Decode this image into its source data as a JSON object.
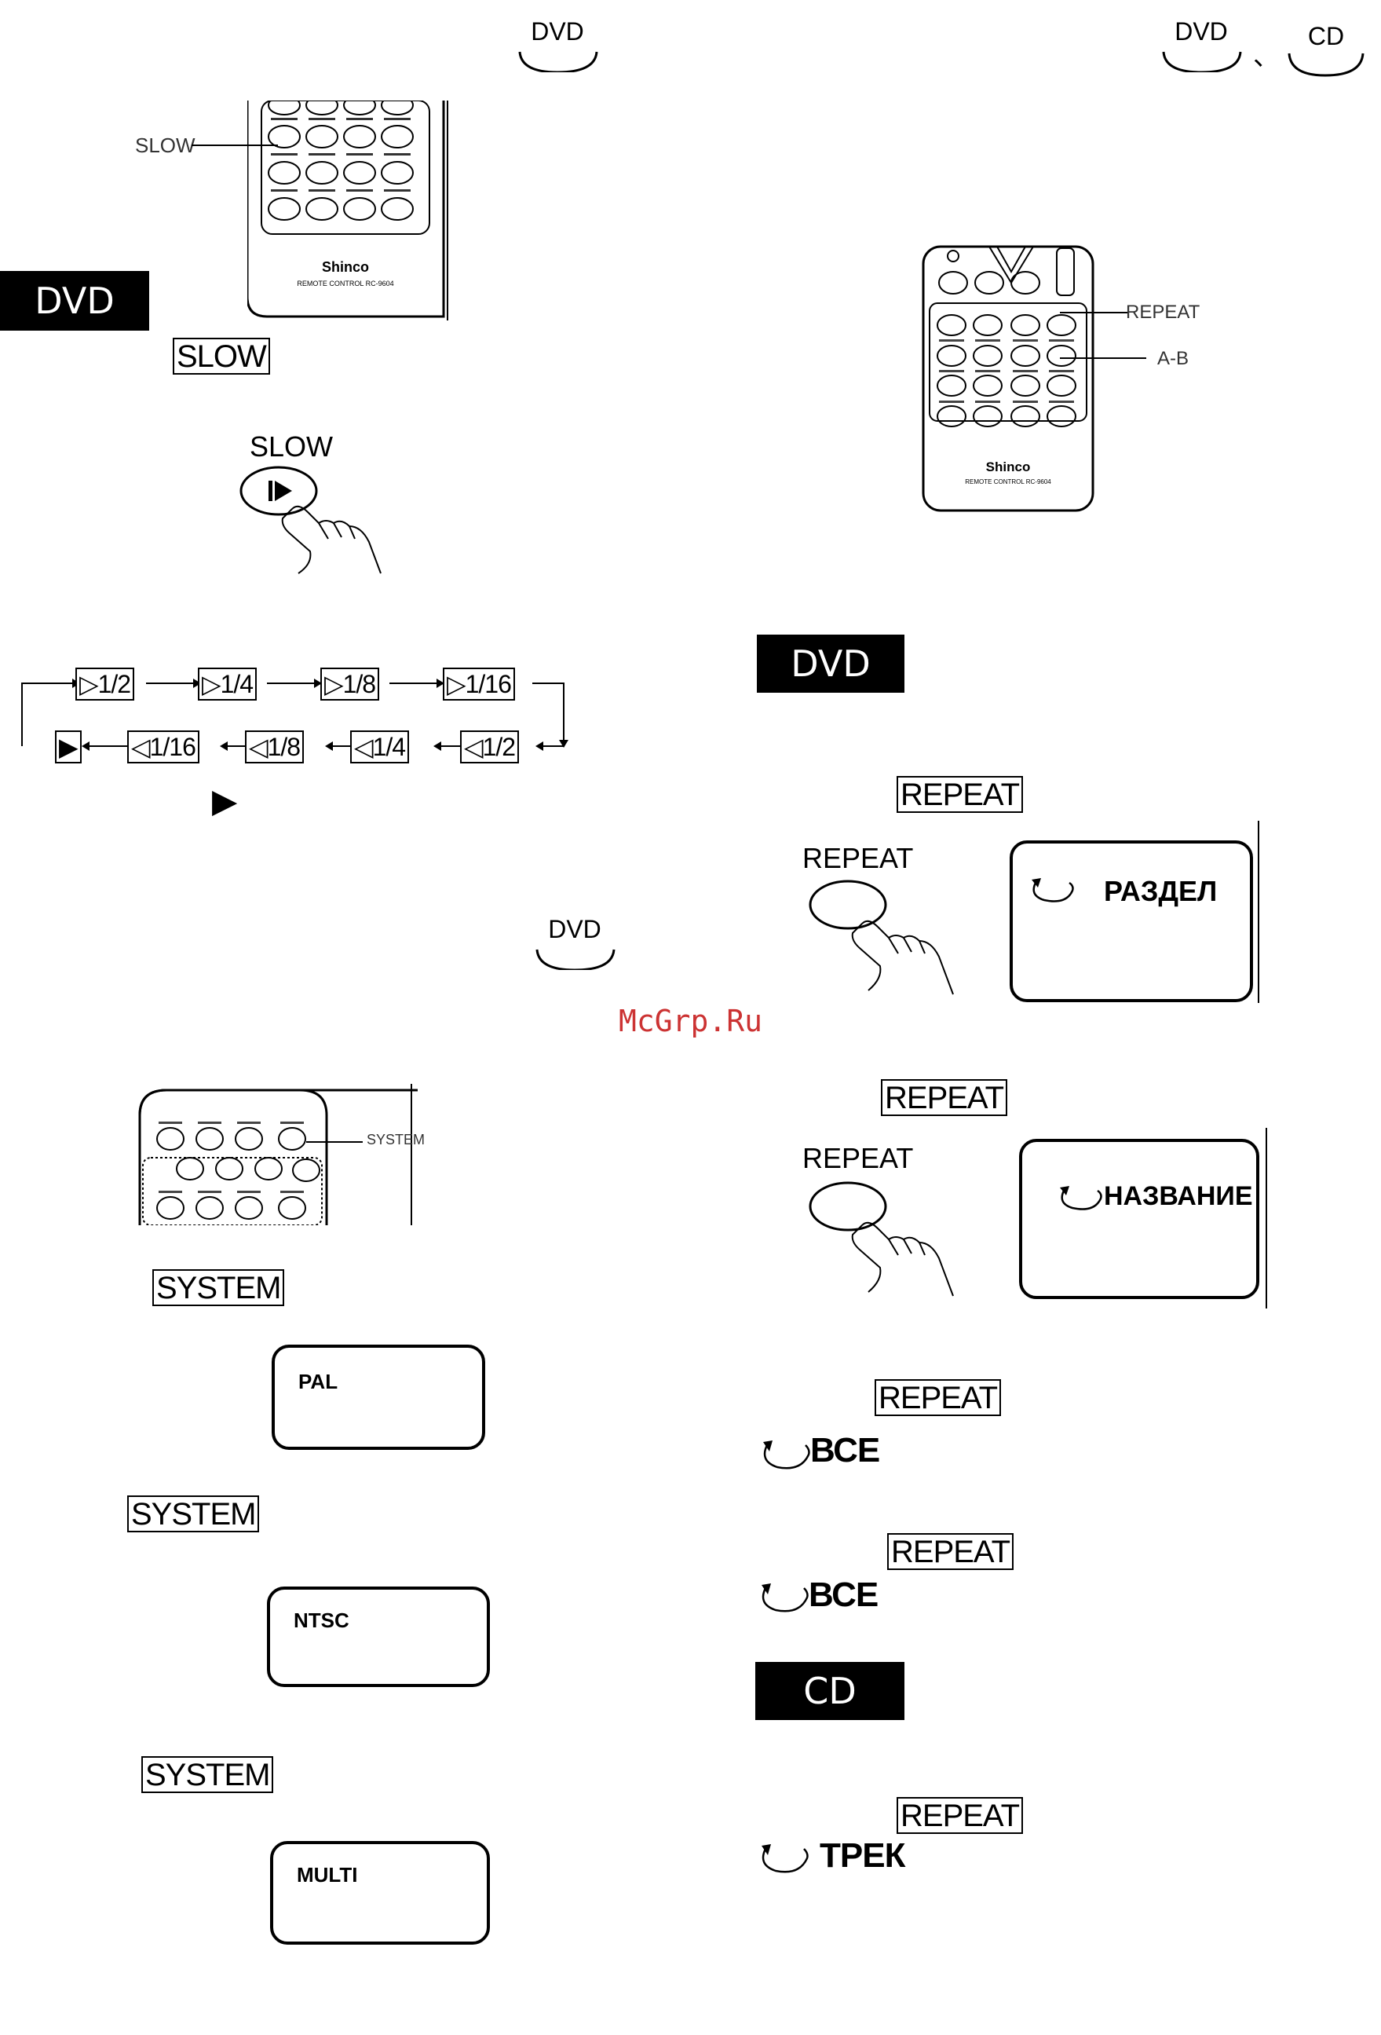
{
  "discs": {
    "top_left": "DVD",
    "top_right_dvd": "DVD",
    "top_right_sep": "、",
    "top_right_cd": "CD",
    "mid_left": "DVD"
  },
  "left": {
    "slow_callout": "SLOW",
    "remote_brand": "Shinco",
    "remote_model": "REMOTE CONTROL RC-9604",
    "section_dvd": "DVD",
    "slow_key": "SLOW",
    "slow_button_label": "SLOW",
    "speed_forward": [
      "1/2",
      "1/4",
      "1/8",
      "1/16"
    ],
    "speed_reverse": [
      "1/16",
      "1/8",
      "1/4",
      "1/2"
    ],
    "play_symbol": "▶",
    "system_callout": "SYSTEM",
    "system_key_1": "SYSTEM",
    "screen_pal": "PAL",
    "system_key_2": "SYSTEM",
    "screen_ntsc": "NTSC",
    "system_key_3": "SYSTEM",
    "screen_multi": "MULTI"
  },
  "right": {
    "repeat_callout": "REPEAT",
    "ab_callout": "A-B",
    "remote_brand": "Shinco",
    "remote_model": "REMOTE CONTROL RC-9604",
    "section_dvd": "DVD",
    "repeat_key_1": "REPEAT",
    "repeat_label_1": "REPEAT",
    "screen_chapter": "РАЗДЕЛ",
    "repeat_key_2": "REPEAT",
    "repeat_label_2": "REPEAT",
    "screen_title": "НАЗВАНИЕ",
    "repeat_key_3": "REPEAT",
    "all_1": "ВСЕ",
    "repeat_key_4": "REPEAT",
    "all_2": "ВСЕ",
    "section_cd": "CD",
    "repeat_key_5": "REPEAT",
    "track": "ТРЕК"
  },
  "watermark": "McGrp.Ru"
}
